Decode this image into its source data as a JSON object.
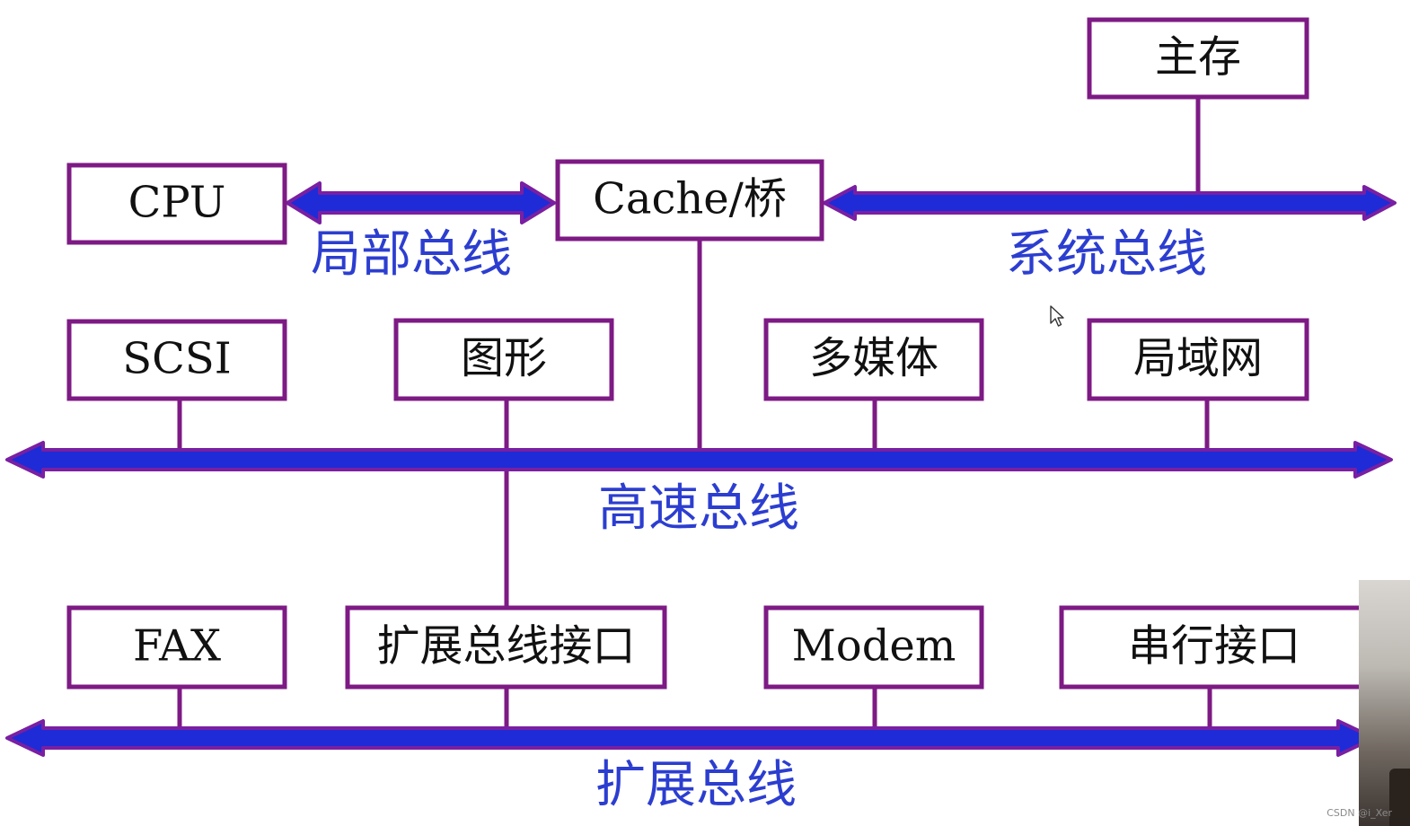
{
  "colors": {
    "bus_fill": "#1f2bd6",
    "bus_outline": "#7a1fa2",
    "box_border": "#7d1a84",
    "connector": "#7d1a84",
    "label_text": "#2c3ed0",
    "box_text": "#111111"
  },
  "boxes": {
    "main_memory": "主存",
    "cpu": "CPU",
    "cache_bridge": "Cache/桥",
    "scsi": "SCSI",
    "graphics": "图形",
    "multimedia": "多媒体",
    "lan": "局域网",
    "fax": "FAX",
    "expansion_interface": "扩展总线接口",
    "modem": "Modem",
    "serial_interface": "串行接口"
  },
  "buses": {
    "local": "局部总线",
    "system": "系统总线",
    "high_speed": "高速总线",
    "expansion": "扩展总线"
  },
  "watermark": "CSDN @i_Xer",
  "icons": {
    "cursor": "mouse-pointer-icon"
  }
}
